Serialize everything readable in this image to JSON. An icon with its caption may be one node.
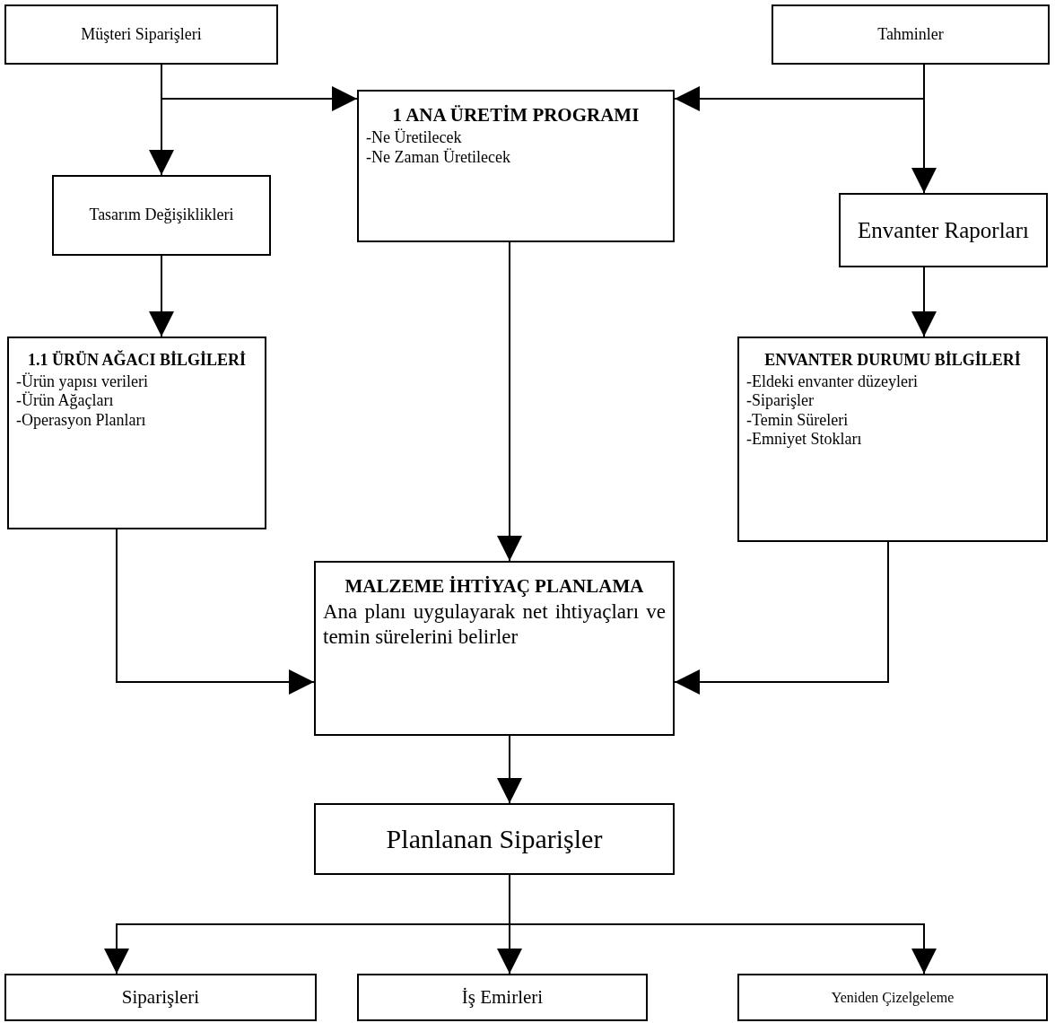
{
  "diagram": {
    "nodes": [
      {
        "text": [
          "Müşteri Siparişleri"
        ]
      },
      {
        "text": [
          "Tahminler"
        ]
      },
      {
        "text": [
          "1 ANA ÜRETİM PROGRAMI",
          "-Ne Üretilecek",
          "-Ne Zaman Üretilecek"
        ]
      },
      {
        "text": [
          "Tasarım Değişiklikleri"
        ]
      },
      {
        "text": [
          "Envanter Raporları"
        ]
      },
      {
        "text": [
          "1.1 ÜRÜN AĞACI BİLGİLERİ",
          "-Ürün yapısı verileri",
          "-Ürün Ağaçları",
          "-Operasyon Planları"
        ]
      },
      {
        "text": [
          "ENVANTER DURUMU BİLGİLERİ",
          "-Eldeki envanter düzeyleri",
          "-Siparişler",
          "-Temin Süreleri",
          "-Emniyet Stokları"
        ]
      },
      {
        "text": [
          "MALZEME İHTİYAÇ PLANLAMA",
          "Ana planı uygulayarak net ihtiyaçları ve temin sürelerini belirler"
        ]
      },
      {
        "text": [
          "Planlanan Siparişler"
        ]
      },
      {
        "text": [
          "Siparişleri"
        ]
      },
      {
        "text": [
          "İş Emirleri"
        ]
      },
      {
        "text": [
          "Yeniden Çizelgeleme"
        ]
      }
    ],
    "edges": [
      {
        "from": 0,
        "to": 2,
        "arrow": "to"
      },
      {
        "from": 0,
        "to": 3,
        "arrow": "to"
      },
      {
        "from": 1,
        "to": 2,
        "arrow": "to"
      },
      {
        "from": 1,
        "to": 4,
        "arrow": "to"
      },
      {
        "from": 2,
        "to": 7,
        "arrow": "to"
      },
      {
        "from": 3,
        "to": 5,
        "arrow": "to"
      },
      {
        "from": 4,
        "to": 6,
        "arrow": "to"
      },
      {
        "from": 5,
        "to": 7,
        "arrow": "to"
      },
      {
        "from": 6,
        "to": 7,
        "arrow": "to"
      },
      {
        "from": 7,
        "to": 8,
        "arrow": "to"
      },
      {
        "from": 8,
        "to": 9,
        "arrow": "to"
      },
      {
        "from": 8,
        "to": 10,
        "arrow": "to"
      },
      {
        "from": 8,
        "to": 11,
        "arrow": "to"
      }
    ]
  }
}
